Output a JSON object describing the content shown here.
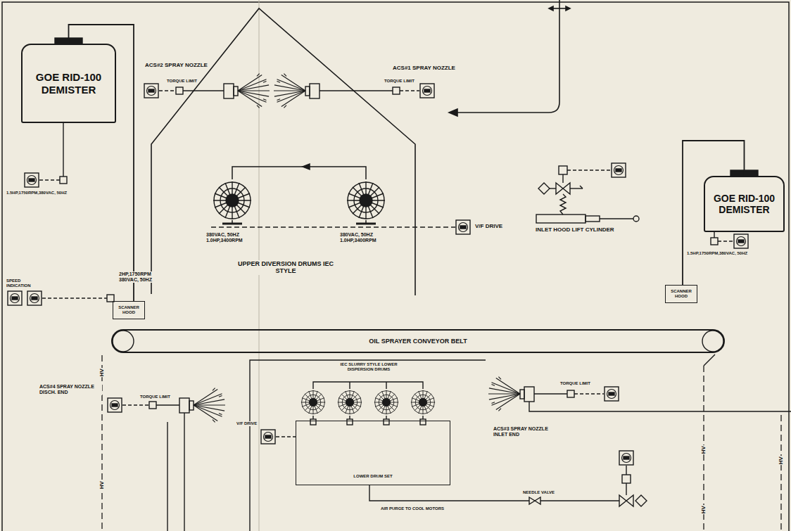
{
  "diagram": {
    "nodes": [
      {
        "text": [
          "GOE RID-100 DEMISTER"
        ]
      },
      {
        "text": [
          "GOE RID-100 DEMISTER"
        ]
      },
      {
        "text": [
          "SCANNER HOOD"
        ]
      },
      {
        "text": [
          "SCANNER HOOD"
        ]
      },
      {
        "text": [
          "OIL SPRAYER CONVEYOR BELT"
        ]
      },
      {
        "text": [
          "LOWER DRUM SET"
        ]
      }
    ],
    "edges": [
      {
        "from": 0,
        "to": 3,
        "arrow": "none"
      },
      {
        "from": 1,
        "to": 2,
        "arrow": "none"
      }
    ],
    "labels": [
      "ACS#2 SPRAY NOZZLE",
      "TORQUE LIMIT",
      "ACS#1 SPRAY NOZZLE",
      "TORQUE LIMIT",
      "1.5HP,1750RPM,380VAC, 50HZ",
      "380VAC, 50HZ 1.0HP,3400RPM",
      "380VAC, 50HZ 1.0HP,3400RPM",
      "V/F DRIVE",
      "UPPER DIVERSION DRUMS IEC STYLE",
      "INLET HOOD LIFT CYLINDER",
      "1.5HP,1750RPM,380VAC, 50HZ",
      "SPEED INDICATION",
      "2HP,1750RPM 380VAC, 50HZ",
      "ACS#4 SPRAY NOZZLE DISCH. END",
      "TORQUE LIMIT",
      "IEC SLURRY STYLE LOWER DISPERSION DRUMS",
      "V/F DRIVE",
      "ACS#3 SPRAY NOZZLE INLET END",
      "TORQUE LIMIT",
      "NEEDLE VALVE",
      "AIR PURGE TO COOL MOTORS",
      "HV",
      "HV",
      "HV",
      "HV",
      "HV"
    ]
  }
}
